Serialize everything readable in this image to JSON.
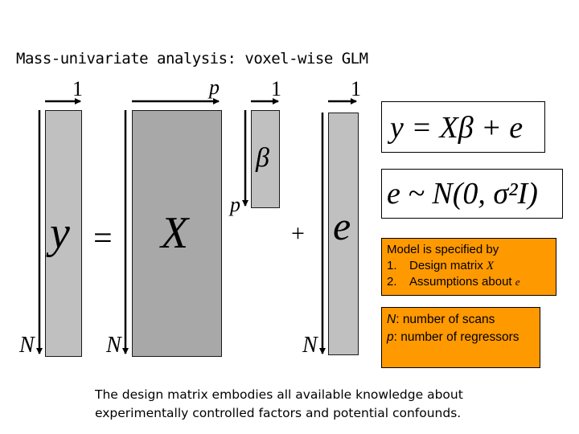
{
  "title": "Mass-univariate analysis: voxel-wise GLM",
  "labels": {
    "one_y": "1",
    "p_top": "p",
    "one_beta": "1",
    "one_e": "1",
    "p_side": "p",
    "N_y": "N",
    "N_X": "N",
    "N_e": "N",
    "y": "y",
    "equals": "=",
    "X": "X",
    "beta": "β",
    "plus": "+",
    "e": "e"
  },
  "equations": {
    "model": "y = Xβ + e",
    "error": "e ~ N(0, σ²I)"
  },
  "model_box": {
    "heading": "Model is specified by",
    "item1_num": "1.",
    "item1_text": "Design matrix",
    "item1_var": "X",
    "item2_num": "2.",
    "item2_text": "Assumptions about",
    "item2_var": "e"
  },
  "defs_box": {
    "n_sym": "N",
    "n_text": ": number of scans",
    "p_sym": "p",
    "p_text": ": number of regressors"
  },
  "footer": {
    "line1": "The design matrix embodies all available knowledge about",
    "line2": "experimentally controlled factors and potential confounds."
  },
  "colors": {
    "bar_light": "#c0c0c0",
    "bar_dark": "#a8a8a8",
    "orange": "#ff9900"
  }
}
